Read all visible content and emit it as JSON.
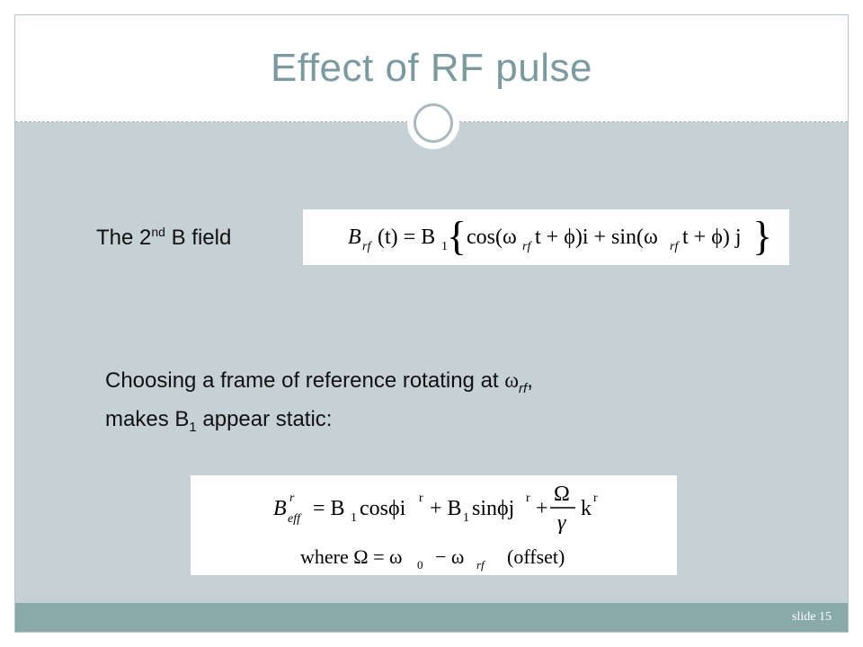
{
  "slide": {
    "title": "Effect of RF pulse",
    "slide_number": "slide 15"
  },
  "text1": {
    "prefix": "The 2",
    "superscript": "nd",
    "suffix": " B field"
  },
  "text2": {
    "line1_prefix": "Choosing a frame of reference rotating at ",
    "omega": "ω",
    "omega_sub": "rf",
    "line1_suffix": ",",
    "line2_prefix": "makes B",
    "line2_sub": "1",
    "line2_suffix": " appear static:"
  },
  "equation1": {
    "B": "B",
    "B_sub": "rf",
    "lhs_rest": "(t) = B",
    "B1_sub": "1",
    "brace_open": "{",
    "part1": "cos(ω",
    "w_sub1": "rf",
    "part2": "t + ϕ)i + sin(ω",
    "w_sub2": "rf",
    "part3": "t + ϕ) j",
    "brace_close": "}"
  },
  "equation2": {
    "B": "B",
    "B_sup": "r",
    "B_sub": "eff",
    "part1": "= B",
    "sub1": "1",
    "part2": "cosϕi",
    "sup_r1": "r",
    "part3": "+ B",
    "sub2": "1",
    "part4": "sinϕj",
    "sup_r2": "r",
    "plus": "+",
    "frac_num": "Ω",
    "frac_den": "γ",
    "k": "k",
    "sup_r3": "r",
    "where": "where Ω = ω",
    "w0_sub": "0",
    "minus": "− ω",
    "wrf_sub": "rf",
    "offset": "(offset)"
  }
}
